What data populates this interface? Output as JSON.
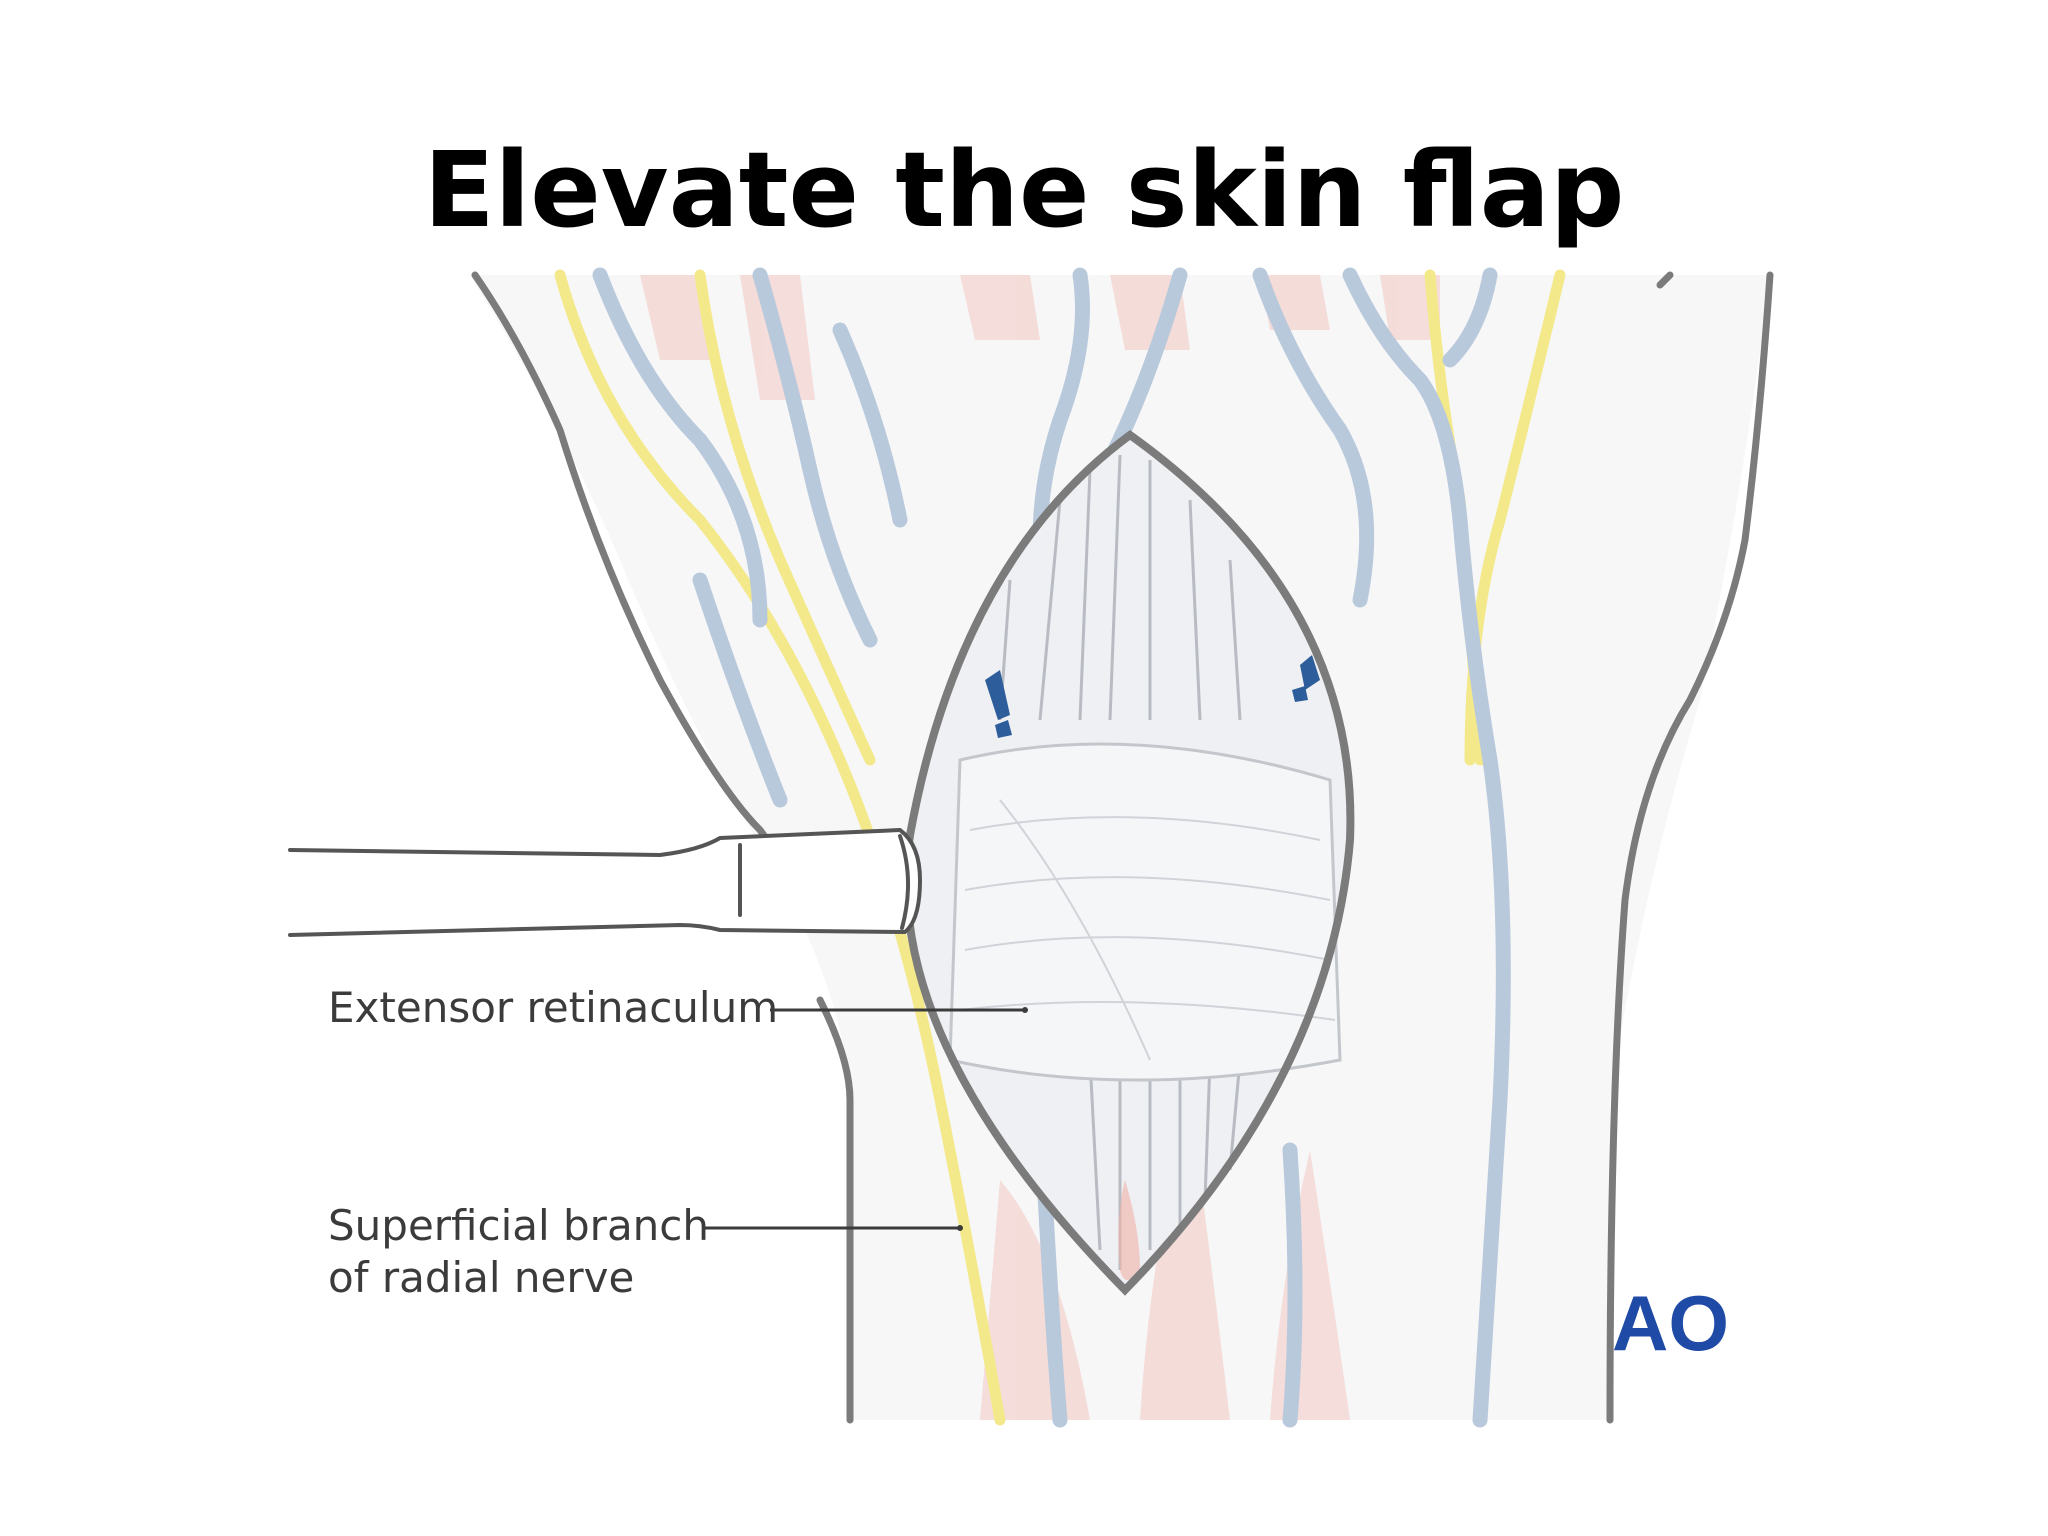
{
  "slide": {
    "title": "Elevate the skin flap"
  },
  "diagram": {
    "labels": {
      "extensor": "Extensor retinaculum",
      "nerve_line1": "Superficial branch",
      "nerve_line2": "of radial nerve"
    },
    "logo": "AO",
    "colors": {
      "skin_outline": "#7b7b7b",
      "vein": "#b9c9dc",
      "nerve": "#f3e98a",
      "muscle": "#f2c9c1",
      "tendon": "#e6e9ed",
      "retractor_outline": "#555555",
      "clamp": "#2d5d9a",
      "logo": "#1f4aa6",
      "label_text": "#3b3b3b"
    }
  }
}
